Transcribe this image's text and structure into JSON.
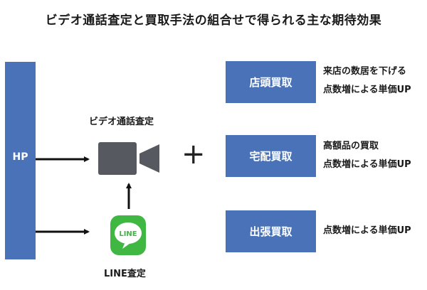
{
  "title": "ビデオ通話査定と買取手法の組合せで得られる主な期待効果",
  "hp": {
    "label": "HP"
  },
  "video_call": {
    "label": "ビデオ通話査定",
    "icon": "video-camera-icon"
  },
  "line": {
    "label": "LINE査定",
    "icon": "line-app-icon",
    "icon_text": "LINE",
    "brand_color": "#3fb742"
  },
  "plus": {
    "symbol": "+"
  },
  "methods": [
    {
      "label": "店頭買取",
      "effects": [
        "来店の数居を下げる",
        "点数増による単価UP"
      ]
    },
    {
      "label": "宅配買取",
      "effects": [
        "高額品の買取",
        "点数増による単価UP"
      ]
    },
    {
      "label": "出張買取",
      "effects": [
        "点数増による単価UP"
      ]
    }
  ],
  "colors": {
    "accent": "#4a72b8",
    "camera": "#575960"
  }
}
